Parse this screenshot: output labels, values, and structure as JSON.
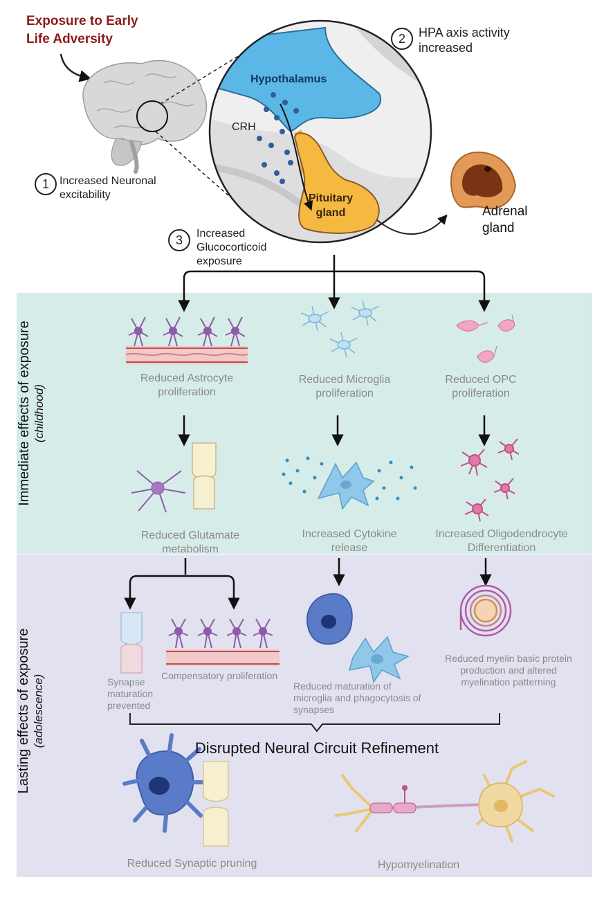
{
  "header": {
    "exposure_line1": "Exposure to Early",
    "exposure_line2": "Life Adversity"
  },
  "steps": [
    {
      "num": "1",
      "line1": "Increased Neuronal",
      "line2": "excitability"
    },
    {
      "num": "2",
      "line1": "HPA axis activity",
      "line2": "increased"
    },
    {
      "num": "3",
      "line1": "Increased",
      "line2": "Glucocorticoid",
      "line3": "exposure"
    }
  ],
  "zoom": {
    "hypothalamus": "Hypothalamus",
    "crh": "CRH",
    "pituitary_line1": "Pituitary",
    "pituitary_line2": "gland"
  },
  "adrenal": {
    "line1": "Adrenal",
    "line2": "gland"
  },
  "immediate": {
    "side_title": "Immediate effects of exposure",
    "side_sub": "(childhood)",
    "row1": [
      {
        "line1": "Reduced Astrocyte",
        "line2": "proliferation"
      },
      {
        "line1": "Reduced Microglia",
        "line2": "proliferation"
      },
      {
        "line1": "Reduced OPC",
        "line2": "proliferation"
      }
    ],
    "row2": [
      {
        "line1": "Reduced Glutamate",
        "line2": "metabolism"
      },
      {
        "line1": "Increased Cytokine",
        "line2": "release"
      },
      {
        "line1": "Increased Oligodendrocyte",
        "line2": "Differentiation"
      }
    ]
  },
  "lasting": {
    "side_title": "Lasting effects of exposure",
    "side_sub": "(adolescence)",
    "synapse": {
      "line1": "Synapse",
      "line2": "maturation",
      "line3": "prevented"
    },
    "compensatory": "Compensatory proliferation",
    "microglia": {
      "line1": "Reduced maturation of",
      "line2": "microglia and phagocytosis of",
      "line3": "synapses"
    },
    "myelin": {
      "line1": "Reduced myelin basic protein",
      "line2": "production and altered",
      "line3": "myelination patterning"
    },
    "disrupted": "Disrupted Neural Circuit Refinement",
    "pruning": "Reduced Synaptic pruning",
    "hypomyelination": "Hypomyelination"
  },
  "colors": {
    "immediate_band": "#d6ece9",
    "lasting_band": "#e2e1ef",
    "hypothalamus": "#5bb7e6",
    "pituitary": "#f5b942",
    "astrocyte": "#8e5ba8",
    "microglia": "#5a7bc7",
    "oligodendrocyte": "#c24f86",
    "synapse": "#f6efd0",
    "title_red": "#8e1b1b"
  }
}
